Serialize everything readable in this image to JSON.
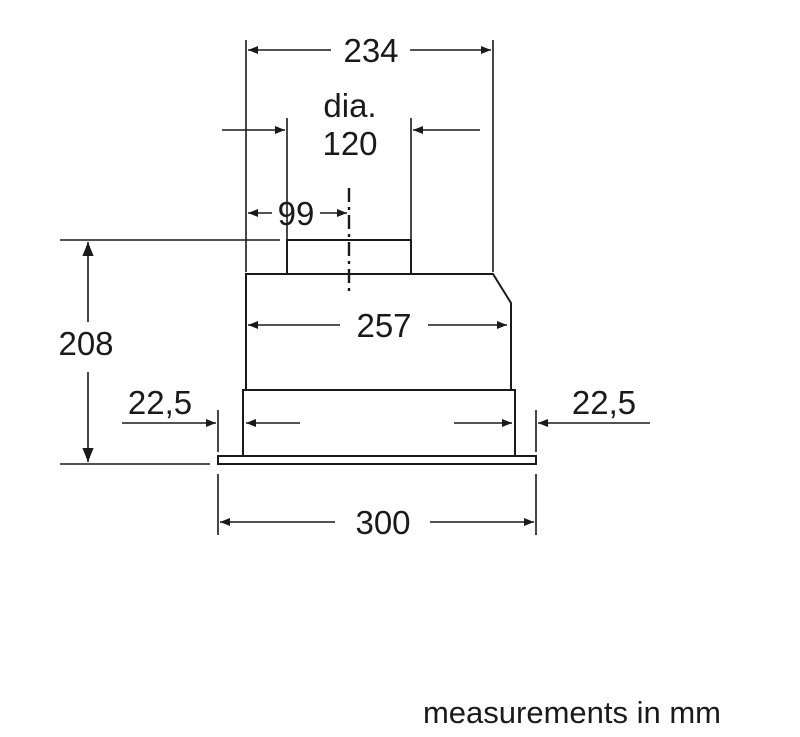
{
  "diagram": {
    "dimensions": {
      "width_top": "234",
      "diameter_label": "dia.",
      "diameter_value": "120",
      "offset_99": "99",
      "height": "208",
      "width_mid": "257",
      "side_left": "22,5",
      "side_right": "22,5",
      "width_bottom": "300"
    },
    "units_note": "measurements in mm"
  }
}
